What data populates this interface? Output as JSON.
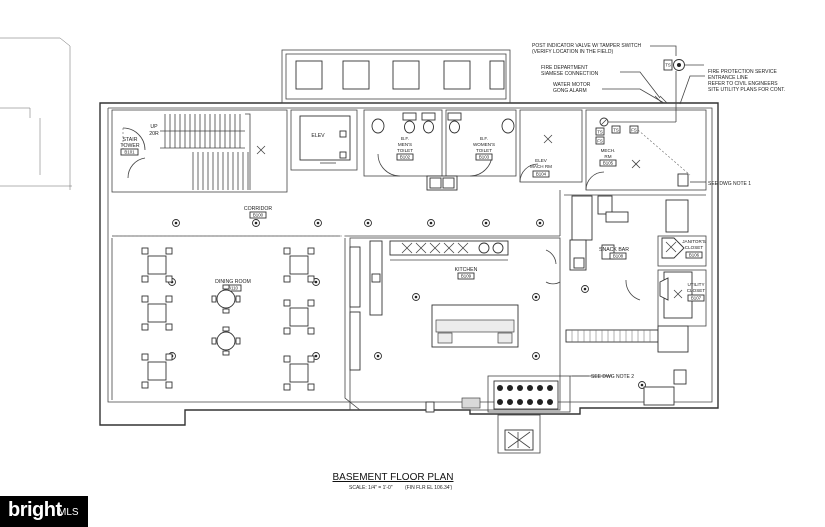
{
  "plan": {
    "title": "BASEMENT FLOOR PLAN",
    "scale": "SCALE: 1/4\" = 1'-0\"",
    "elevation": "(FIN FLR EL 106.34')"
  },
  "rooms": {
    "stair_tower": {
      "name_1": "STAIR",
      "name_2": "TOWER",
      "number": "B101",
      "up": "UP",
      "risers": "20R"
    },
    "elevator": {
      "name": "ELEV"
    },
    "mens_toilet": {
      "name_1": "B.F.",
      "name_2": "MEN'S",
      "name_3": "TOILET",
      "number": "B102"
    },
    "womens_toilet": {
      "name_1": "B.F.",
      "name_2": "WOMEN'S",
      "name_3": "TOILET",
      "number": "B103"
    },
    "elev_mach_rm": {
      "name_1": "ELEV",
      "name_2": "MACH RM",
      "number": "B104"
    },
    "mech_rm": {
      "name_1": "MECH.",
      "name_2": "RM",
      "number": "B105"
    },
    "corridor": {
      "name": "CORRIDOR",
      "number": "B100"
    },
    "dining_room": {
      "name": "DINING ROOM",
      "number": "B110"
    },
    "kitchen": {
      "name": "KITCHEN",
      "number": "B109"
    },
    "snack_bar": {
      "name": "SNACK BAR",
      "number": "B108"
    },
    "janitors_closet": {
      "name_1": "JANITOR'S",
      "name_2": "CLOSET",
      "number": "B106"
    },
    "utility_closet": {
      "name_1": "UTILITY",
      "name_2": "CLOSET",
      "number": "B107"
    }
  },
  "callouts": {
    "piv_1": "POST INDICATOR VALVE W/ TAMPER SWITCH",
    "piv_2": "(VERIFY LOCATION IN THE FIELD)",
    "fd_1": "FIRE DEPARTMENT",
    "fd_2": "SIAMESE CONNECTION",
    "wm_1": "WATER MOTOR",
    "wm_2": "GONG ALARM",
    "fp_1": "FIRE PROTECTION SERVICE",
    "fp_2": "ENTRANCE LINE",
    "fp_3": "REFER TO CIVIL ENGINEERS",
    "fp_4": "SITE UTILITY PLANS FOR CONT.",
    "note_1": "SEE DWG NOTE 1",
    "note_2": "SEE DWG NOTE 2",
    "ts": "TS",
    "fs": "FS"
  },
  "watermark": {
    "brand": "bright",
    "suffix": "MLS"
  }
}
